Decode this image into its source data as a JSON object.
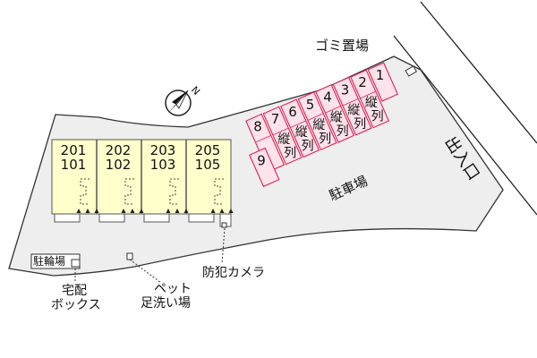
{
  "colors": {
    "site_fill": "#eeeeee",
    "site_stroke": "#333333",
    "building_fill": "#ffffcc",
    "building_stroke": "#555555",
    "parking_fill": "#ffe2ea",
    "parking_stroke": "#dd2255",
    "road_stroke": "#222222"
  },
  "icons": {
    "compass": "north-arrow-icon"
  },
  "compass_letter": "N",
  "building_units": [
    {
      "upper": "201",
      "lower": "101"
    },
    {
      "upper": "202",
      "lower": "102"
    },
    {
      "upper": "203",
      "lower": "103"
    },
    {
      "upper": "205",
      "lower": "105"
    }
  ],
  "parking_spaces": [
    {
      "number": "1",
      "label": ""
    },
    {
      "number": "2",
      "label": "縦列"
    },
    {
      "number": "3",
      "label": "縦列"
    },
    {
      "number": "4",
      "label": "縦列"
    },
    {
      "number": "5",
      "label": "縦列"
    },
    {
      "number": "6",
      "label": "縦列"
    },
    {
      "number": "7",
      "label": "縦列"
    },
    {
      "number": "8",
      "label": ""
    },
    {
      "number": "9",
      "label": ""
    }
  ],
  "labels": {
    "garbage": "ゴミ置場",
    "entrance": "出入口",
    "parking_area": "駐車場",
    "bicycle_parking": "駐輪場",
    "delivery_box_line1": "宅配",
    "delivery_box_line2": "ボックス",
    "pet_wash_line1": "ペット",
    "pet_wash_line2": "足洗い場",
    "security_camera": "防犯カメラ"
  }
}
